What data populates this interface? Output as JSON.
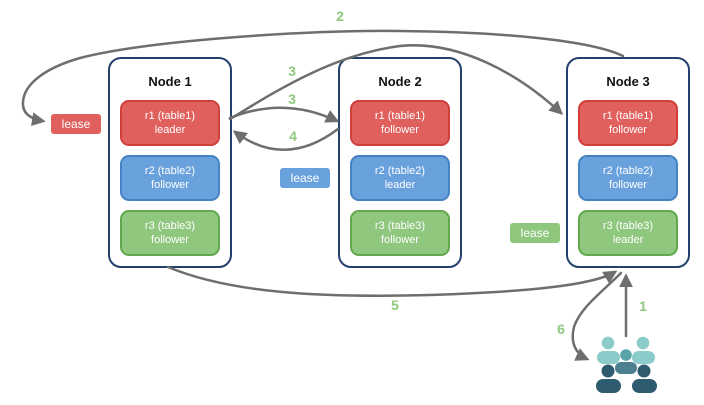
{
  "diagram": {
    "nodes": [
      {
        "title": "Node 1",
        "replicas": [
          {
            "name": "r1 (table1)",
            "role": "leader",
            "color": "red"
          },
          {
            "name": "r2 (table2)",
            "role": "follower",
            "color": "blue"
          },
          {
            "name": "r3 (table3)",
            "role": "follower",
            "color": "green"
          }
        ]
      },
      {
        "title": "Node 2",
        "replicas": [
          {
            "name": "r1 (table1)",
            "role": "follower",
            "color": "red"
          },
          {
            "name": "r2 (table2)",
            "role": "leader",
            "color": "blue"
          },
          {
            "name": "r3 (table3)",
            "role": "follower",
            "color": "green"
          }
        ]
      },
      {
        "title": "Node 3",
        "replicas": [
          {
            "name": "r1 (table1)",
            "role": "follower",
            "color": "red"
          },
          {
            "name": "r2 (table2)",
            "role": "follower",
            "color": "blue"
          },
          {
            "name": "r3 (table3)",
            "role": "leader",
            "color": "green"
          }
        ]
      }
    ],
    "leases": [
      {
        "label": "lease",
        "color": "red"
      },
      {
        "label": "lease",
        "color": "blue"
      },
      {
        "label": "lease",
        "color": "green"
      }
    ],
    "steps": {
      "s1": "1",
      "s2": "2",
      "s3a": "3",
      "s3b": "3",
      "s4": "4",
      "s5": "5",
      "s6": "6"
    }
  },
  "colors": {
    "node_border": "#23406e",
    "arrow": "#6e6e6e",
    "step_label": "#8ec97d",
    "red_fill": "#e0605d",
    "red_border": "#d13f3b",
    "blue_fill": "#68a1dc",
    "blue_border": "#4583c4",
    "green_fill": "#8ec77d",
    "green_border": "#63a84e",
    "users_light": "#8bcbca",
    "users_medium_head": "#5ba4aa",
    "users_medium_body": "#4c808f",
    "users_dark": "#2e5b70"
  }
}
